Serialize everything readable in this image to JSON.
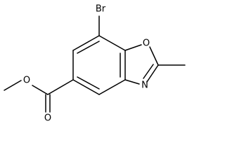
{
  "molecule": {
    "atoms": {
      "bromine": "Br",
      "ring_oxygen": "O",
      "ring_nitrogen": "N",
      "carbonyl_oxygen": "O",
      "ester_oxygen": "O"
    }
  }
}
